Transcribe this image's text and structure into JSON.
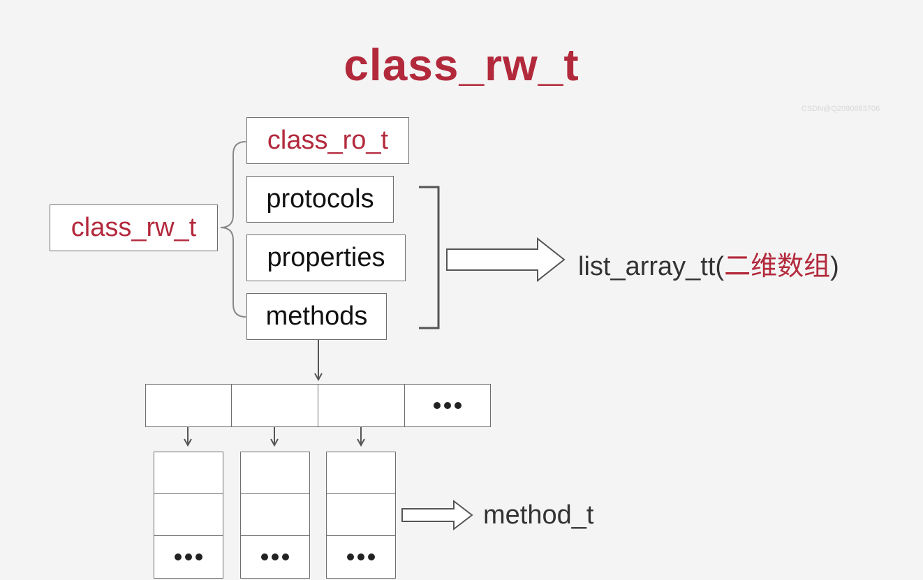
{
  "title": "class_rw_t",
  "nodes": {
    "rw": "class_rw_t",
    "ro": "class_ro_t",
    "protocols": "protocols",
    "properties": "properties",
    "methods": "methods"
  },
  "list_array_label": {
    "prefix": "list_array_tt(",
    "cjk": "二维数组",
    "suffix": ")"
  },
  "method_t_label": "method_t",
  "watermark": "CSDN@Q2090683706",
  "colors": {
    "accent": "#b3293c",
    "border": "#6e6e6e",
    "background": "#f4f4f4"
  }
}
